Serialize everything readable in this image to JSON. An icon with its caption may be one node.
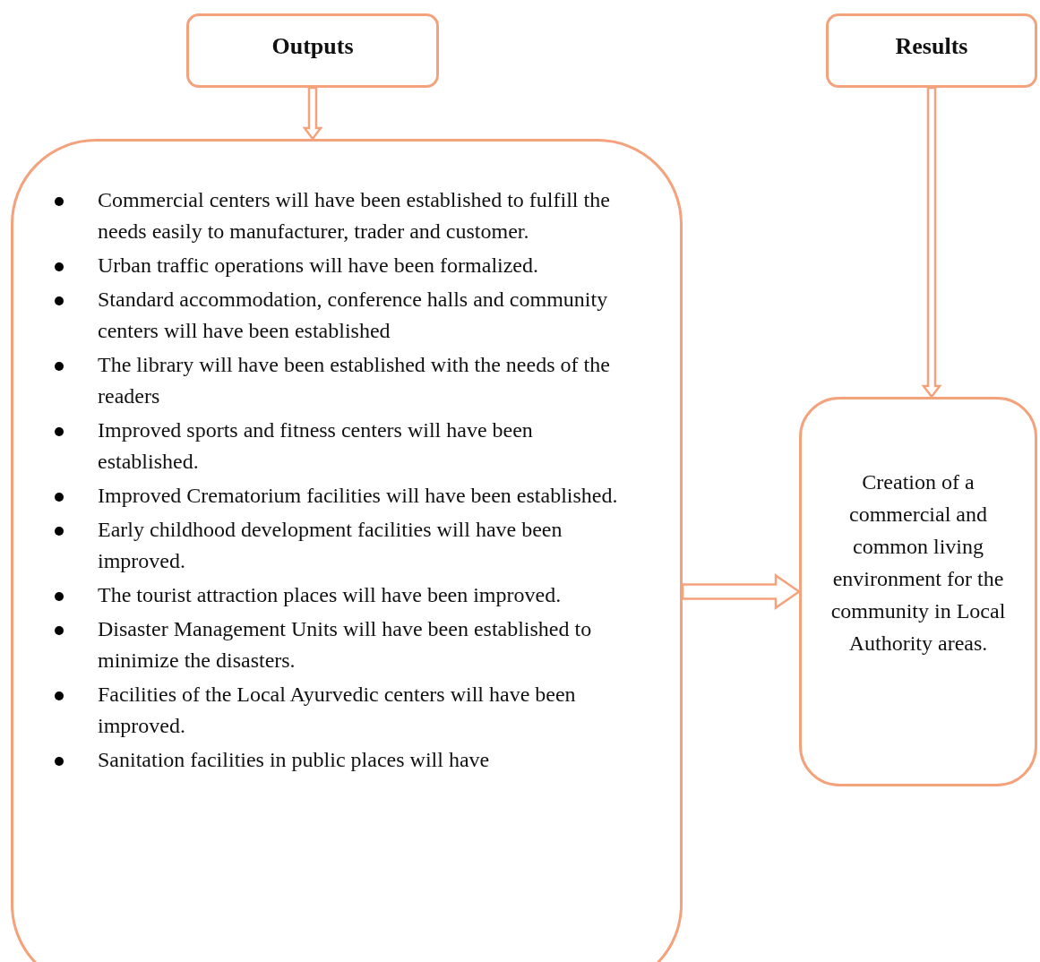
{
  "diagram": {
    "nodes": [
      {
        "text": [
          "Outputs"
        ]
      },
      {
        "text": [
          "Commercial centers will have been established to fulfill the needs easily to manufacturer, trader and customer.",
          "Urban traffic operations will have been formalized.",
          "Standard accommodation, conference halls and community centers will have been established",
          "The library will have been established with the needs of the readers",
          "Improved sports and fitness centers will have been established.",
          "Improved Crematorium facilities will have been established.",
          "Early childhood development facilities will have been improved.",
          "The tourist attraction places will have been improved.",
          "Disaster Management Units will have been established to minimize the disasters.",
          "Facilities of the Local Ayurvedic centers will have been improved.",
          "Sanitation facilities in public places will have"
        ]
      },
      {
        "text": [
          "Results"
        ]
      },
      {
        "text": [
          "Creation of a commercial and common living environment for the community in Local Authority areas."
        ]
      }
    ],
    "edges": [
      {
        "from": 0,
        "to": 1,
        "arrow": "to"
      },
      {
        "from": 2,
        "to": 3,
        "arrow": "to"
      },
      {
        "from": 1,
        "to": 3,
        "arrow": "to"
      }
    ]
  }
}
